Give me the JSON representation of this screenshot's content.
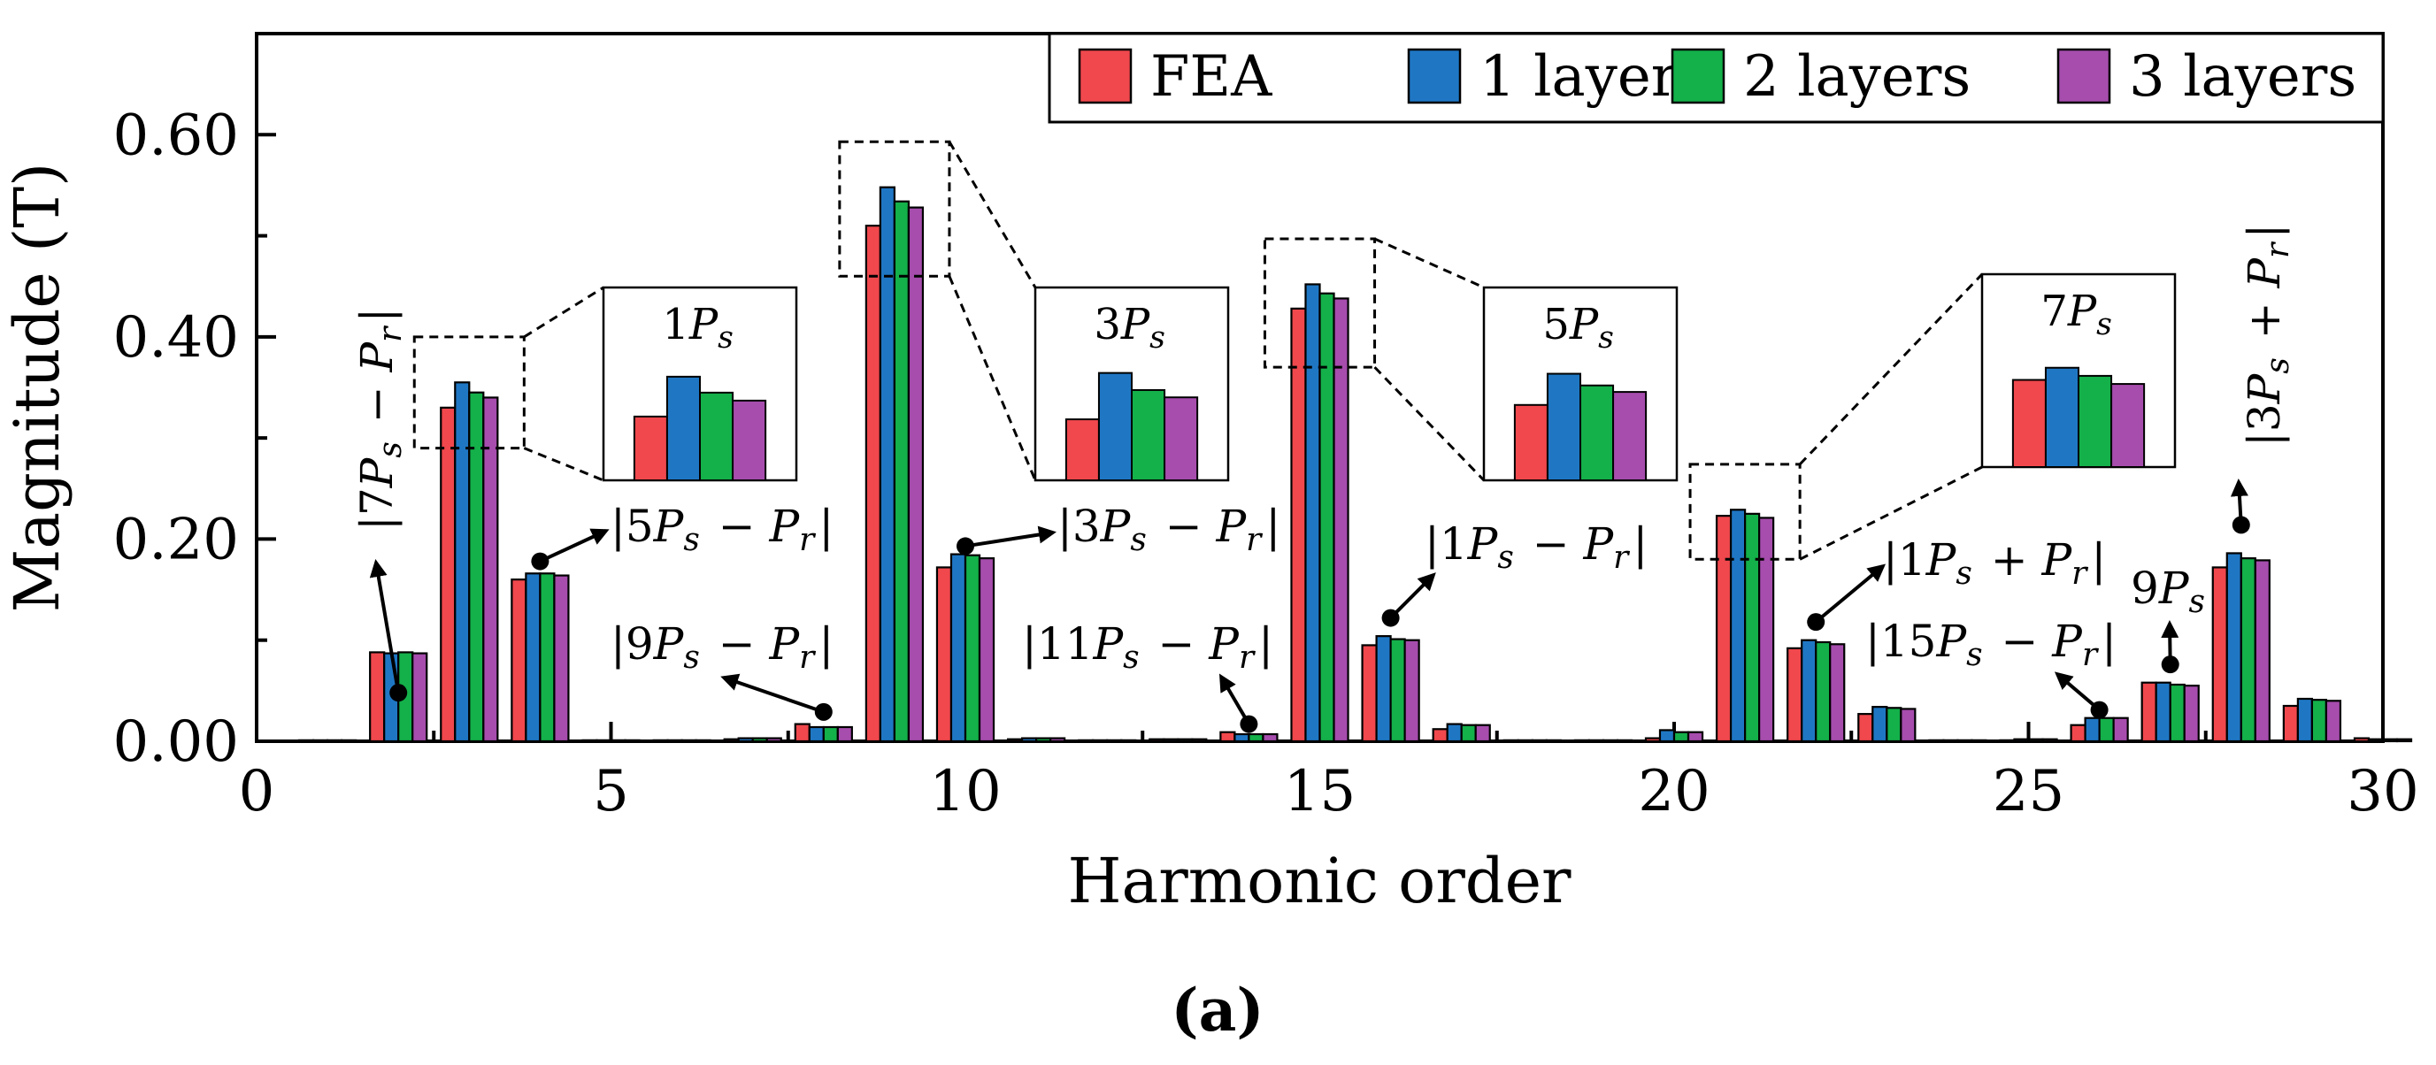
{
  "chart_data": {
    "type": "bar",
    "xlabel": "Harmonic order",
    "ylabel": "Magnitude (T)",
    "xlim": [
      0,
      30
    ],
    "ylim": [
      0,
      0.7
    ],
    "xticks": [
      "0",
      "5",
      "10",
      "15",
      "20",
      "25",
      "30"
    ],
    "yticks": [
      "0.00",
      "0.20",
      "0.40",
      "0.60"
    ],
    "grid": false,
    "legend_position": "top-right",
    "colors": [
      "#f0484d",
      "#1f77c4",
      "#14b04a",
      "#a64dad"
    ],
    "categories": [
      1,
      2,
      3,
      4,
      5,
      6,
      7,
      8,
      9,
      10,
      11,
      12,
      13,
      14,
      15,
      16,
      17,
      18,
      19,
      20,
      21,
      22,
      23,
      24,
      25,
      26,
      27,
      28,
      29,
      30
    ],
    "series": [
      {
        "name": "FEA",
        "values": [
          0.001,
          0.088,
          0.33,
          0.16,
          0.001,
          0.001,
          0.002,
          0.017,
          0.51,
          0.172,
          0.002,
          0.001,
          0.002,
          0.009,
          0.428,
          0.095,
          0.012,
          0.001,
          0.001,
          0.003,
          0.223,
          0.092,
          0.027,
          0.001,
          0.001,
          0.016,
          0.058,
          0.172,
          0.035,
          0.003
        ]
      },
      {
        "name": "1 layer",
        "values": [
          0.001,
          0.087,
          0.355,
          0.166,
          0.001,
          0.001,
          0.003,
          0.014,
          0.548,
          0.185,
          0.003,
          0.001,
          0.002,
          0.007,
          0.452,
          0.104,
          0.017,
          0.001,
          0.001,
          0.011,
          0.229,
          0.1,
          0.034,
          0.001,
          0.002,
          0.023,
          0.058,
          0.186,
          0.042,
          0.002
        ]
      },
      {
        "name": "2 layers",
        "values": [
          0.001,
          0.088,
          0.345,
          0.166,
          0.001,
          0.001,
          0.003,
          0.014,
          0.534,
          0.184,
          0.003,
          0.001,
          0.002,
          0.007,
          0.443,
          0.101,
          0.016,
          0.001,
          0.001,
          0.009,
          0.225,
          0.098,
          0.033,
          0.001,
          0.002,
          0.023,
          0.056,
          0.181,
          0.041,
          0.002
        ]
      },
      {
        "name": "3 layers",
        "values": [
          0.001,
          0.087,
          0.34,
          0.164,
          0.001,
          0.001,
          0.003,
          0.014,
          0.528,
          0.181,
          0.003,
          0.001,
          0.002,
          0.007,
          0.438,
          0.1,
          0.016,
          0.001,
          0.001,
          0.009,
          0.221,
          0.096,
          0.032,
          0.001,
          0.002,
          0.023,
          0.055,
          0.179,
          0.04,
          0.002
        ]
      }
    ],
    "annotations": [
      {
        "harmonic": 2,
        "label": "|7Ps − Pr|"
      },
      {
        "harmonic": 4,
        "label": "|5Ps − Pr|"
      },
      {
        "harmonic": 8,
        "label": "|9Ps − Pr|"
      },
      {
        "harmonic": 10,
        "label": "|3Ps − Pr|"
      },
      {
        "harmonic": 14,
        "label": "|11Ps − Pr|"
      },
      {
        "harmonic": 16,
        "label": "|1Ps − Pr|"
      },
      {
        "harmonic": 22,
        "label": "|1Ps + Pr|"
      },
      {
        "harmonic": 26,
        "label": "|15Ps − Pr|"
      },
      {
        "harmonic": 27,
        "label": "9Ps"
      },
      {
        "harmonic": 28,
        "label": "|3Ps + Pr|"
      }
    ],
    "insets": [
      {
        "harmonic": 3,
        "label": "1Ps"
      },
      {
        "harmonic": 9,
        "label": "3Ps"
      },
      {
        "harmonic": 15,
        "label": "5Ps"
      },
      {
        "harmonic": 21,
        "label": "7Ps"
      }
    ]
  },
  "caption": "(a)"
}
